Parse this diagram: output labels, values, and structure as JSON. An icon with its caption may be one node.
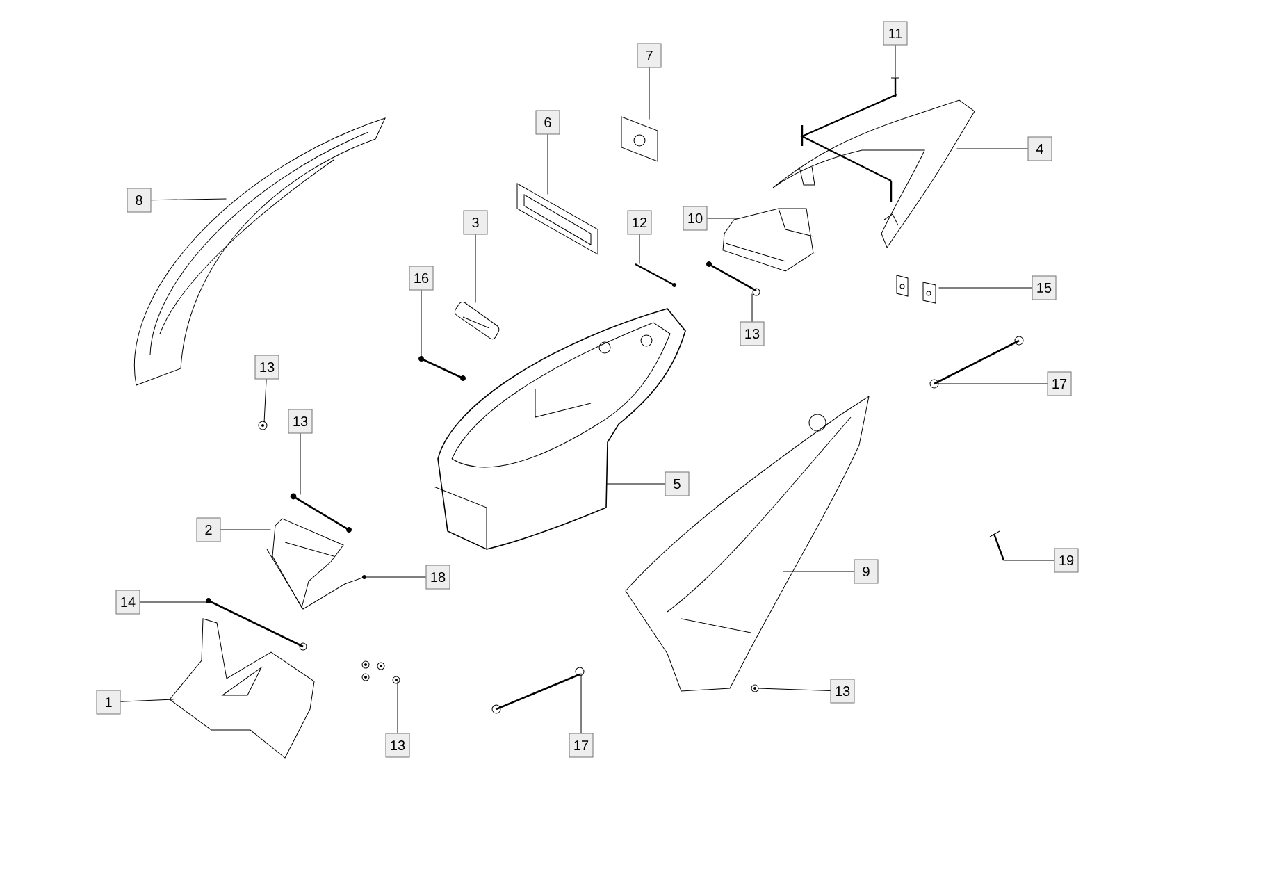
{
  "diagram": {
    "nodes": [
      {
        "text": [
          "11"
        ]
      },
      {
        "text": [],
        "shape": "picture"
      },
      {
        "text": [
          "7"
        ]
      },
      {
        "text": [],
        "shape": "picture"
      },
      {
        "text": [
          "6"
        ]
      },
      {
        "text": [],
        "shape": "picture"
      },
      {
        "text": [
          "4"
        ]
      },
      {
        "text": [],
        "shape": "picture"
      },
      {
        "text": [
          "8"
        ]
      },
      {
        "text": [],
        "shape": "picture"
      },
      {
        "text": [
          "10"
        ]
      },
      {
        "text": [],
        "shape": "picture"
      },
      {
        "text": [
          "3"
        ]
      },
      {
        "text": [],
        "shape": "picture"
      },
      {
        "text": [
          "12"
        ]
      },
      {
        "text": [],
        "shape": "picture"
      },
      {
        "text": [
          "16"
        ]
      },
      {
        "text": [],
        "shape": "picture"
      },
      {
        "text": [
          "15"
        ]
      },
      {
        "text": [],
        "shape": "picture"
      },
      {
        "text": [
          "13"
        ]
      },
      {
        "text": [],
        "shape": "picture"
      },
      {
        "text": [
          "13"
        ]
      },
      {
        "text": [],
        "shape": "picture"
      },
      {
        "text": [
          "17"
        ]
      },
      {
        "text": [],
        "shape": "picture"
      },
      {
        "text": [
          "13"
        ]
      },
      {
        "text": [],
        "shape": "picture"
      },
      {
        "text": [
          "5"
        ]
      },
      {
        "text": [],
        "shape": "picture"
      },
      {
        "text": [
          "2"
        ]
      },
      {
        "text": [],
        "shape": "picture"
      },
      {
        "text": [
          "19"
        ]
      },
      {
        "text": [],
        "shape": "picture"
      },
      {
        "text": [
          "9"
        ]
      },
      {
        "text": [],
        "shape": "picture"
      },
      {
        "text": [
          "18"
        ]
      },
      {
        "text": [],
        "shape": "picture"
      },
      {
        "text": [
          "14"
        ]
      },
      {
        "text": [],
        "shape": "picture"
      },
      {
        "text": [
          "13"
        ]
      },
      {
        "text": [],
        "shape": "picture"
      },
      {
        "text": [
          "1"
        ]
      },
      {
        "text": [],
        "shape": "picture"
      },
      {
        "text": [
          "13"
        ]
      },
      {
        "text": [],
        "shape": "picture"
      },
      {
        "text": [
          "17"
        ]
      },
      {
        "text": [],
        "shape": "picture"
      }
    ],
    "edges": [
      {
        "from": 0,
        "to": 1,
        "arrow": "none"
      },
      {
        "from": 2,
        "to": 3,
        "arrow": "none"
      },
      {
        "from": 4,
        "to": 5,
        "arrow": "none"
      },
      {
        "from": 6,
        "to": 7,
        "arrow": "none"
      },
      {
        "from": 8,
        "to": 9,
        "arrow": "none"
      },
      {
        "from": 10,
        "to": 11,
        "arrow": "none"
      },
      {
        "from": 12,
        "to": 13,
        "arrow": "none"
      },
      {
        "from": 14,
        "to": 15,
        "arrow": "none"
      },
      {
        "from": 16,
        "to": 17,
        "arrow": "none"
      },
      {
        "from": 18,
        "to": 19,
        "arrow": "none"
      },
      {
        "from": 20,
        "to": 21,
        "arrow": "none"
      },
      {
        "from": 22,
        "to": 23,
        "arrow": "none"
      },
      {
        "from": 24,
        "to": 25,
        "arrow": "none"
      },
      {
        "from": 26,
        "to": 27,
        "arrow": "none"
      },
      {
        "from": 28,
        "to": 29,
        "arrow": "none"
      },
      {
        "from": 30,
        "to": 31,
        "arrow": "none"
      },
      {
        "from": 32,
        "to": 33,
        "arrow": "none"
      },
      {
        "from": 34,
        "to": 35,
        "arrow": "none"
      },
      {
        "from": 36,
        "to": 37,
        "arrow": "none"
      },
      {
        "from": 38,
        "to": 39,
        "arrow": "none"
      },
      {
        "from": 40,
        "to": 41,
        "arrow": "none"
      },
      {
        "from": 42,
        "to": 43,
        "arrow": "none"
      },
      {
        "from": 44,
        "to": 45,
        "arrow": "none"
      },
      {
        "from": 46,
        "to": 47,
        "arrow": "none"
      }
    ]
  }
}
